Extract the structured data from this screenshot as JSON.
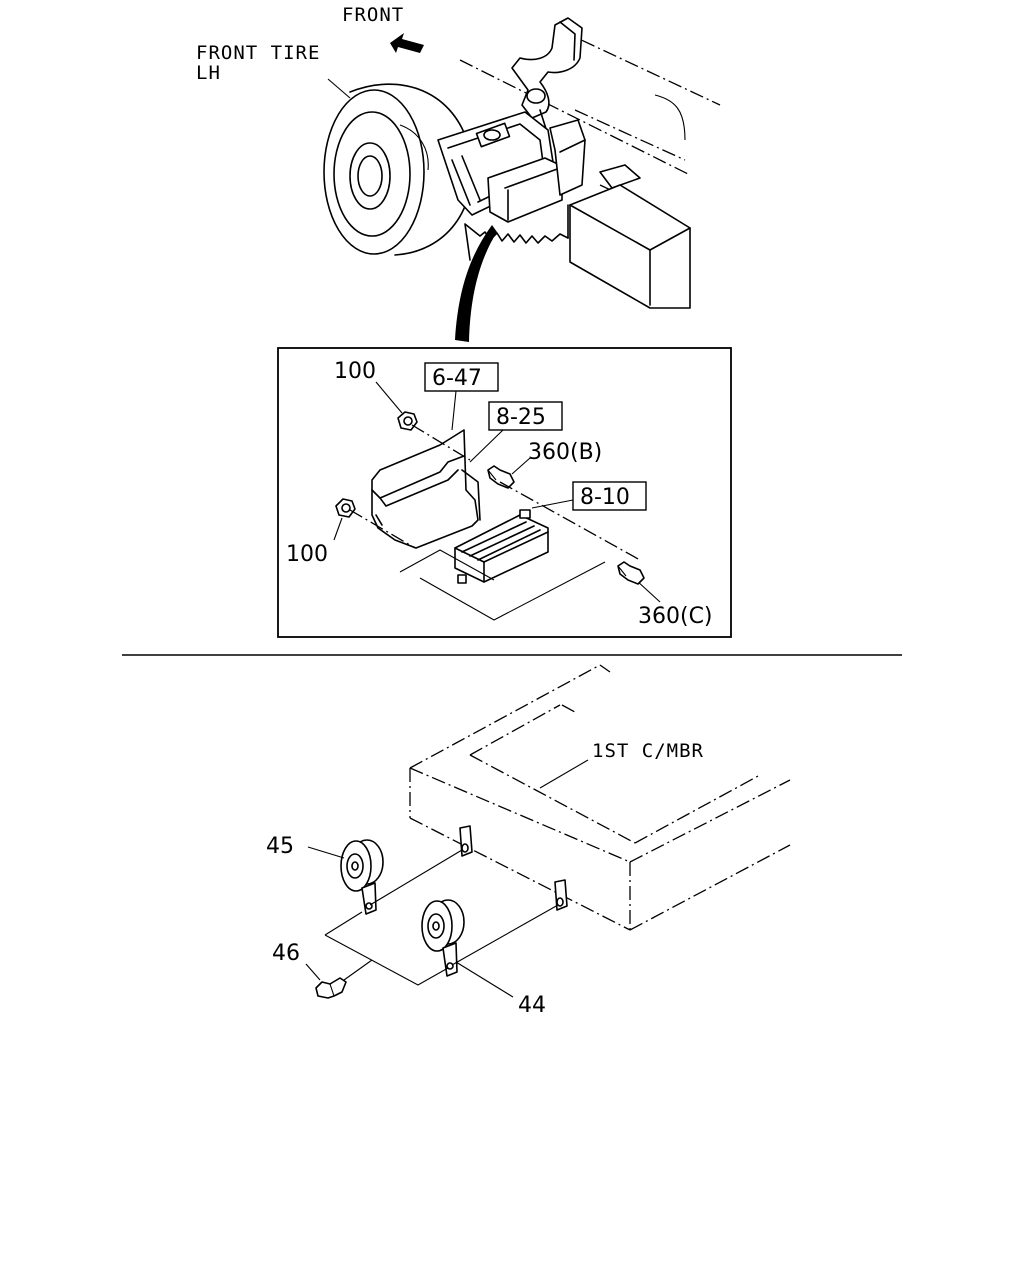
{
  "top_view": {
    "front_label": "FRONT",
    "tire_label_line1": "FRONT TIRE",
    "tire_label_line2": "LH"
  },
  "detail_box": {
    "ref_6_47": "6-47",
    "ref_8_25": "8-25",
    "ref_8_10": "8-10",
    "part_100_top": "100",
    "part_100_left": "100",
    "part_360b": "360(B)",
    "part_360c": "360(C)"
  },
  "bottom_view": {
    "crossmember_label": "1ST C/MBR",
    "part_45": "45",
    "part_46": "46",
    "part_44": "44"
  }
}
